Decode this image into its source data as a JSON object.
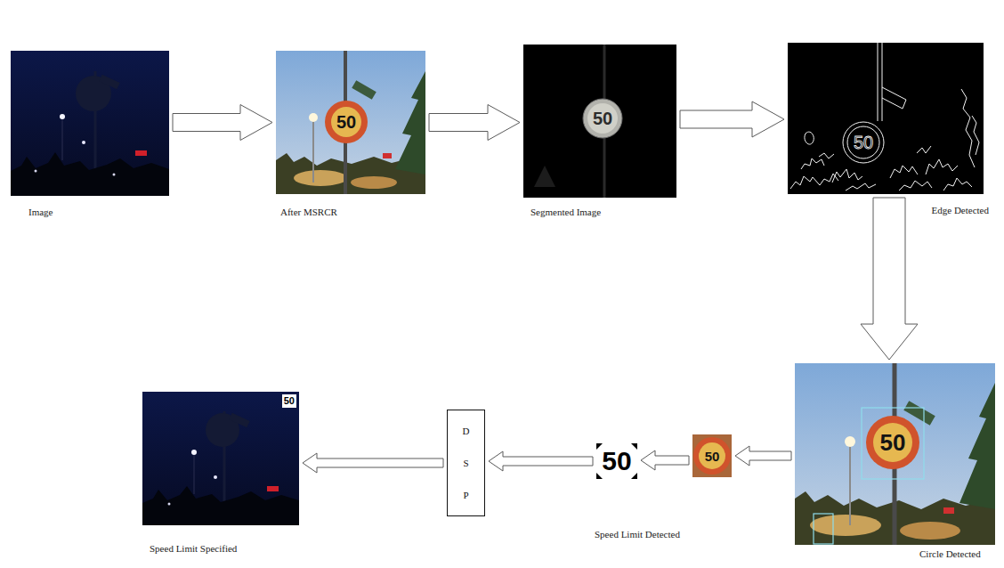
{
  "diagram": {
    "nodes": [
      {
        "text": [
          "Image"
        ]
      },
      {
        "text": [
          "After MSRCR",
          "50"
        ]
      },
      {
        "text": [
          "Segmented Image",
          "50"
        ]
      },
      {
        "text": [
          "Edge Detected",
          "50"
        ]
      },
      {
        "text": [
          "Circle Detected",
          "50"
        ]
      },
      {
        "text": [
          "50"
        ]
      },
      {
        "text": [
          "50",
          "Speed Limit Detected"
        ]
      },
      {
        "text": [
          "D S P"
        ]
      },
      {
        "text": [
          "Speed Limit Specified",
          "50"
        ]
      }
    ],
    "edges": [
      {
        "from": 0,
        "to": 1,
        "arrow": "to"
      },
      {
        "from": 1,
        "to": 2,
        "arrow": "to"
      },
      {
        "from": 2,
        "to": 3,
        "arrow": "to"
      },
      {
        "from": 3,
        "to": 4,
        "arrow": "to"
      },
      {
        "from": 4,
        "to": 5,
        "arrow": "to"
      },
      {
        "from": 5,
        "to": 6,
        "arrow": "to"
      },
      {
        "from": 6,
        "to": 7,
        "arrow": "to"
      },
      {
        "from": 7,
        "to": 8,
        "arrow": "to"
      }
    ]
  }
}
